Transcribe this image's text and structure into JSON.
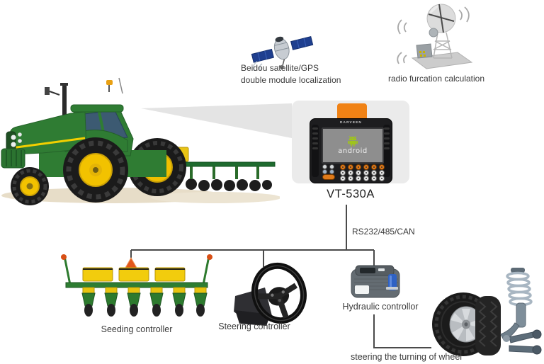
{
  "diagram": {
    "satellite": {
      "icon": "satellite-icon",
      "label_line1": "Beidou satellite/GPS",
      "label_line2": "double module localization"
    },
    "radio": {
      "icon": "radio-tower-icon",
      "label": "radio furcation calculation"
    },
    "tractor": {
      "icon": "tractor-icon"
    },
    "terminal": {
      "brand": "DARVEEN",
      "os_logo": "android",
      "model": "VT-530A"
    },
    "bus": {
      "label": "RS232/485/CAN"
    },
    "controllers": {
      "seeding": {
        "icon": "seeder-icon",
        "label": "Seeding controller"
      },
      "steering": {
        "icon": "steering-wheel-icon",
        "label": "Steering controller"
      },
      "hydraulic": {
        "icon": "hydraulic-box-icon",
        "label": "Hydraulic controllor"
      }
    },
    "wheel": {
      "icons": [
        "tire-icon",
        "suspension-icon"
      ],
      "label": "steering the turning of wheel"
    }
  },
  "colors": {
    "accent_orange": "#f08215",
    "deere_green": "#2f7c33",
    "deere_yellow": "#f2c200",
    "android_green": "#9fc41c",
    "card_gray": "#ebebeb",
    "wire_gray": "#4a4a4a",
    "marker_orange": "#e2571b",
    "hydraulic_blue": "#2f62c4"
  }
}
